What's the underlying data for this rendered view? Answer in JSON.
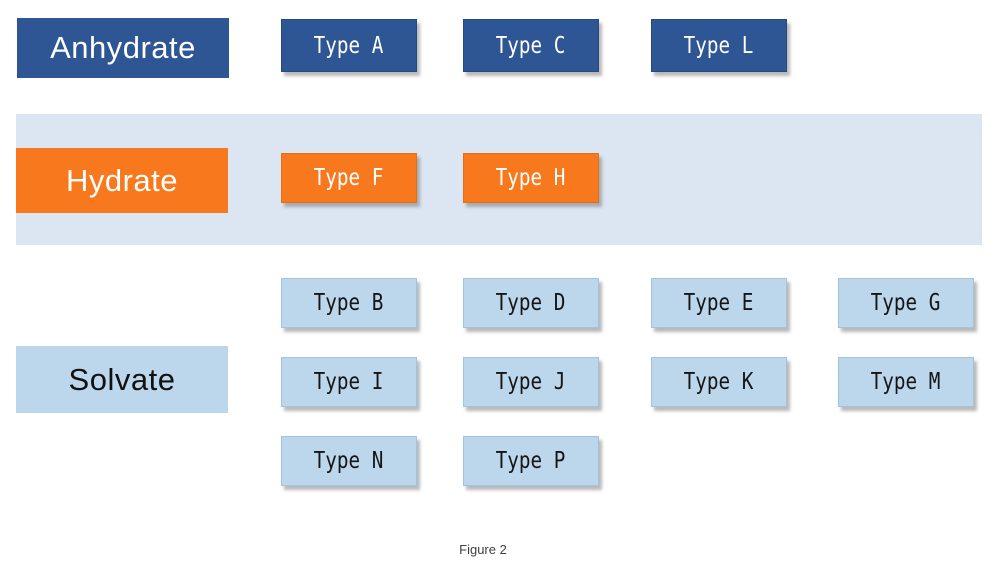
{
  "caption": "Figure 2",
  "colors": {
    "anhydrate_dark_blue": "#2E5594",
    "hydrate_orange": "#F8791D",
    "hydrate_band_light_blue": "#DCE6F2",
    "solvate_light_blue": "#BCD6EC",
    "light_text": "#FFFFFF",
    "dark_text": "#151515"
  },
  "groups": {
    "anhydrate": {
      "label": "Anhydrate",
      "types": [
        {
          "label": "Type A"
        },
        {
          "label": "Type C"
        },
        {
          "label": "Type L"
        }
      ]
    },
    "hydrate": {
      "label": "Hydrate",
      "types": [
        {
          "label": "Type F"
        },
        {
          "label": "Type H"
        }
      ]
    },
    "solvate": {
      "label": "Solvate",
      "types": [
        {
          "label": "Type B"
        },
        {
          "label": "Type D"
        },
        {
          "label": "Type E"
        },
        {
          "label": "Type G"
        },
        {
          "label": "Type I"
        },
        {
          "label": "Type J"
        },
        {
          "label": "Type K"
        },
        {
          "label": "Type M"
        },
        {
          "label": "Type N"
        },
        {
          "label": "Type P"
        }
      ]
    }
  }
}
